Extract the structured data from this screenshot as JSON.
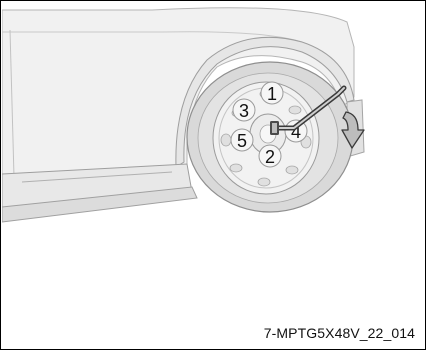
{
  "figure": {
    "caption": "7-MPTG5X48V_22_014",
    "lug_sequence": [
      {
        "label": "1"
      },
      {
        "label": "2"
      },
      {
        "label": "3"
      },
      {
        "label": "4"
      },
      {
        "label": "5"
      }
    ],
    "colors": {
      "body": "#ededed",
      "tire": "#d9d9d9",
      "rim": "#f0f0f0",
      "outline": "#9a9a9a",
      "wrench": "#3a3a3a",
      "arrow": "#bdbdbd"
    }
  }
}
